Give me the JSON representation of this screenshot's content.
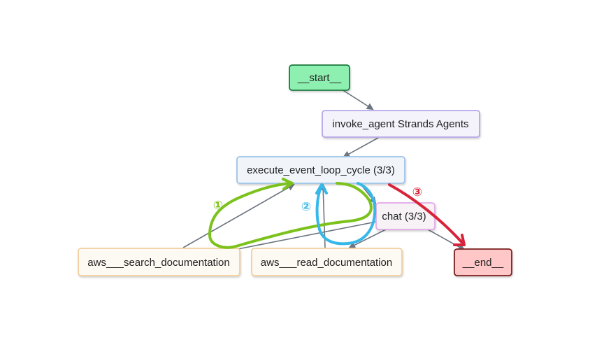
{
  "nodes": {
    "start": {
      "label": "__start__",
      "fill": "#8ef0b0",
      "stroke": "#1f7a3f"
    },
    "invoke_agent": {
      "label": "invoke_agent Strands Agents",
      "fill": "#f4f3fb",
      "stroke": "#b7a7e8"
    },
    "execute_loop": {
      "label": "execute_event_loop_cycle (3/3)",
      "fill": "#f1f5fa",
      "stroke": "#9cc3e8"
    },
    "chat": {
      "label": "chat (3/3)",
      "fill": "#f6f2f6",
      "stroke": "#e4a8e6"
    },
    "search_doc": {
      "label": "aws___search_documentation",
      "fill": "#fdf9f3",
      "stroke": "#f2cf9e"
    },
    "read_doc": {
      "label": "aws___read_documentation",
      "fill": "#fdf9f3",
      "stroke": "#f2cf9e"
    },
    "end": {
      "label": "__end__",
      "fill": "#ffc7c7",
      "stroke": "#7a1f1f"
    }
  },
  "annotations": {
    "step1": {
      "label": "①",
      "color": "#7cc21c"
    },
    "step2": {
      "label": "②",
      "color": "#38b8e8"
    },
    "step3": {
      "label": "③",
      "color": "#d8243a"
    }
  },
  "edge_color": "#6c7580"
}
